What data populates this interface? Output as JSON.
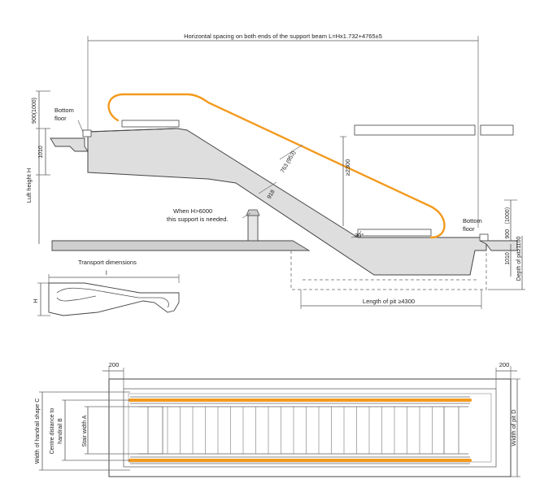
{
  "colors": {
    "handrail": "#f39a1e",
    "body": "#dedede",
    "outline": "#444444",
    "floor": "#cfcfcf",
    "text": "#222222"
  },
  "side_view": {
    "beam_spacing_label": "Horizontal spacing on both ends of the support beam  L=Hx1.732+4765±5",
    "height_900_top": "900(1000)",
    "height_1010_top": "1010",
    "lift_height": "Luft height H",
    "bottom_floor_top": [
      "Bottom",
      "floor"
    ],
    "bottom_floor_right": [
      "Bottom",
      "floor"
    ],
    "support_note": [
      "When H>6000",
      "this support is needed."
    ],
    "dim_763": "763 (953)",
    "dim_918": "918",
    "clearance": "≥2300",
    "angle": "30°",
    "height_900_right": "900 （1000）",
    "height_1010_right": "1010",
    "pit_depth": "Depth of pit≥1100",
    "pit_length": "Length of pit ≥4300"
  },
  "transport": {
    "title": "Transport dimensions",
    "length_label": "l",
    "height_label": "H"
  },
  "plan_view": {
    "margin_left": "200",
    "margin_right": "200",
    "handrail_shape_width": "Width of handrail shape C",
    "centre_distance": [
      "Centre distance to",
      "handrail B"
    ],
    "stair_width": "Stair width A",
    "pit_width": "Width of pit D"
  }
}
